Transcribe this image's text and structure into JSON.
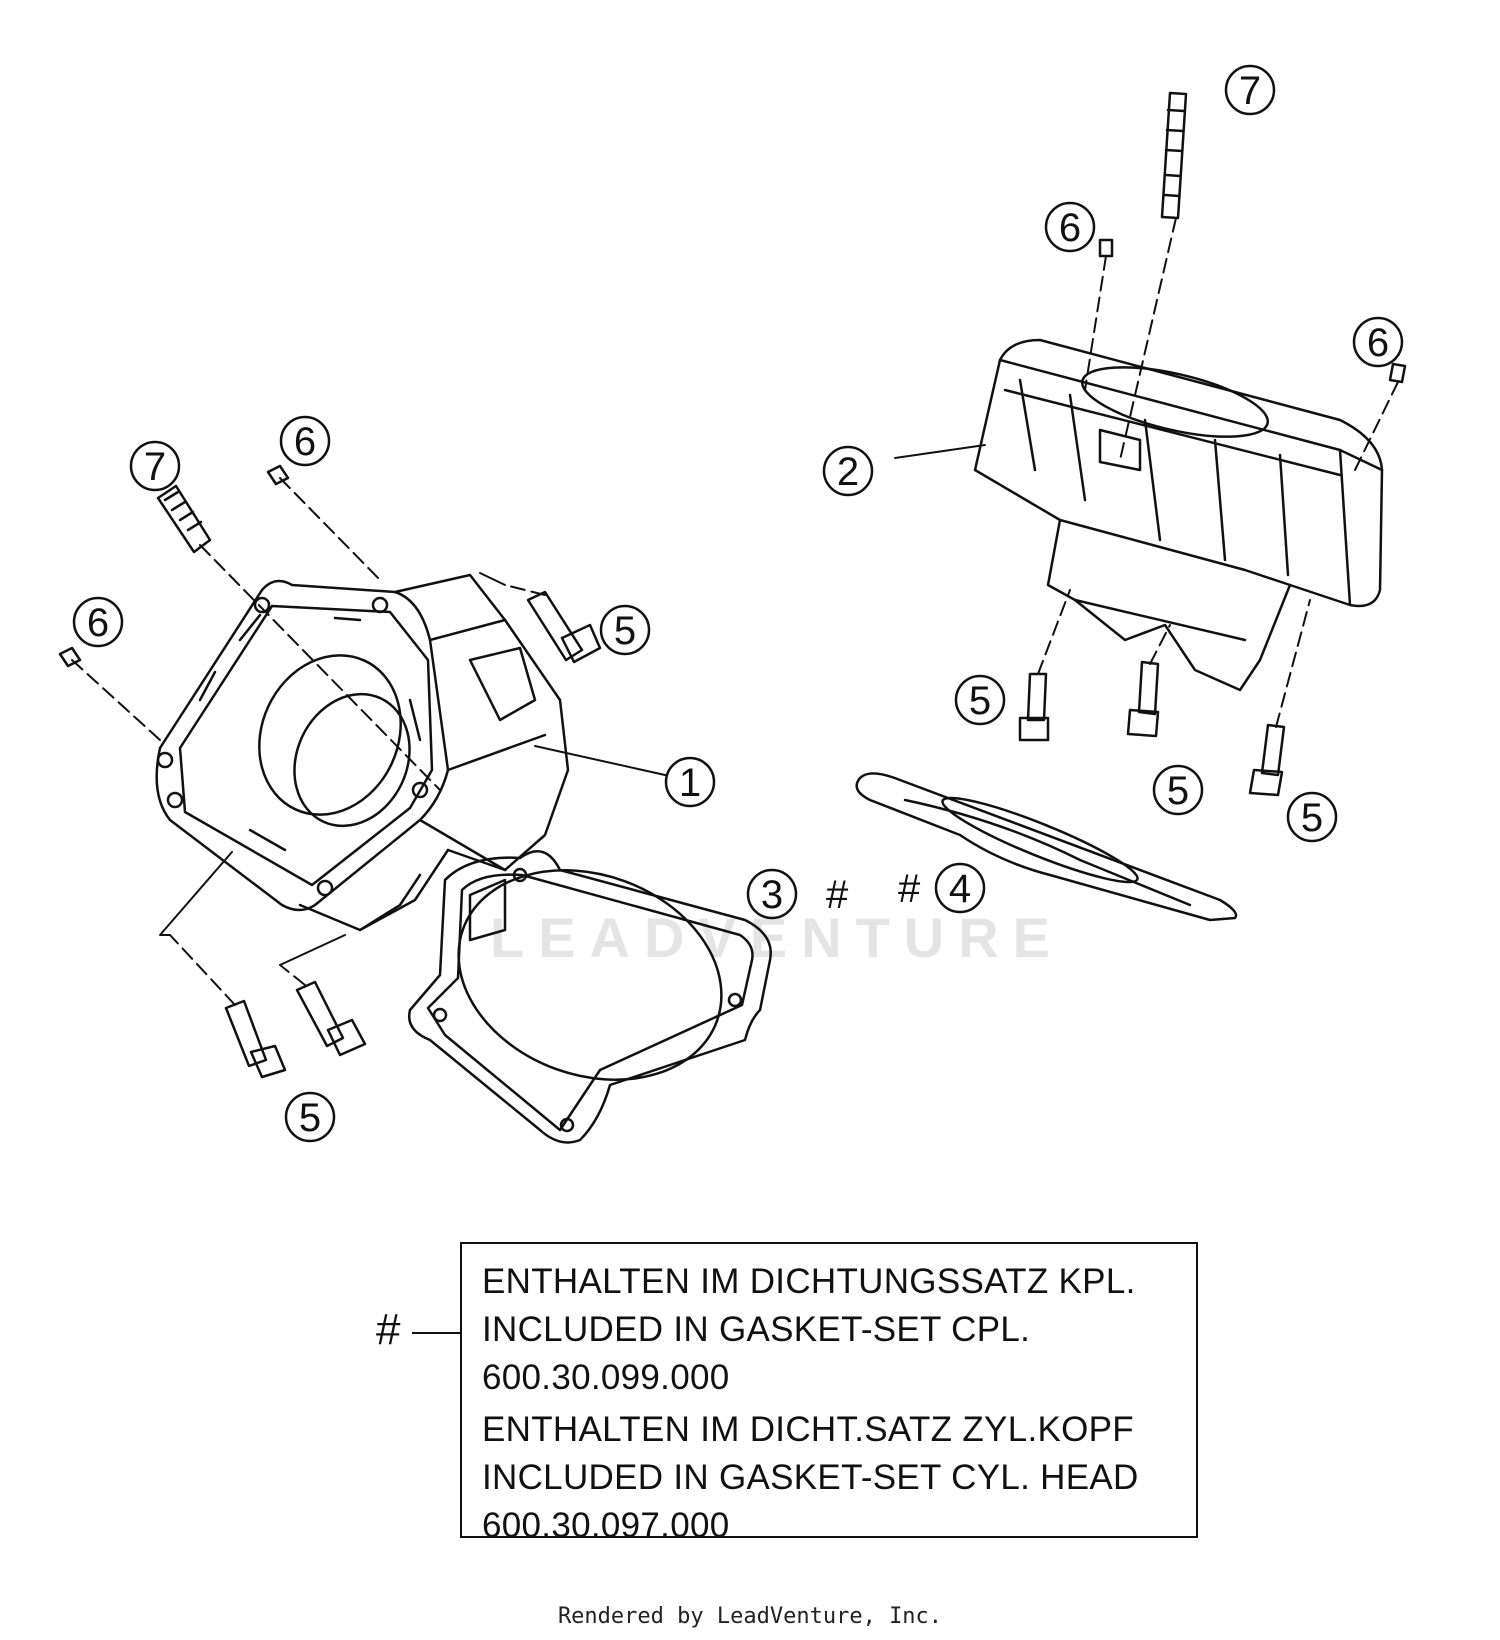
{
  "callouts": {
    "left_stud_7": "7",
    "left_pin_6_top": "6",
    "left_pin_6_side": "6",
    "left_bolt_5_top": "5",
    "left_cylinder_1": "1",
    "left_bolt_5_bottom": "5",
    "gasket_3": "3",
    "gasket_4": "4",
    "right_stud_7": "7",
    "right_pin_6_a": "6",
    "right_pin_6_b": "6",
    "right_cylinder_2": "2",
    "right_bolt_5_a": "5",
    "right_bolt_5_b": "5",
    "right_bolt_5_c": "5"
  },
  "markers": {
    "gasket_3_hash": "#",
    "gasket_4_hash": "#"
  },
  "legend": {
    "hash": "#",
    "line1": "ENTHALTEN IM DICHTUNGSSATZ KPL.",
    "line2": "INCLUDED IN GASKET-SET CPL.",
    "line3": "600.30.099.000",
    "line4": "ENTHALTEN IM DICHT.SATZ ZYL.KOPF",
    "line5": "INCLUDED IN GASKET-SET CYL. HEAD",
    "line6": "600.30.097.000"
  },
  "watermark": "LEADVENTURE",
  "footer": "Rendered by LeadVenture, Inc."
}
